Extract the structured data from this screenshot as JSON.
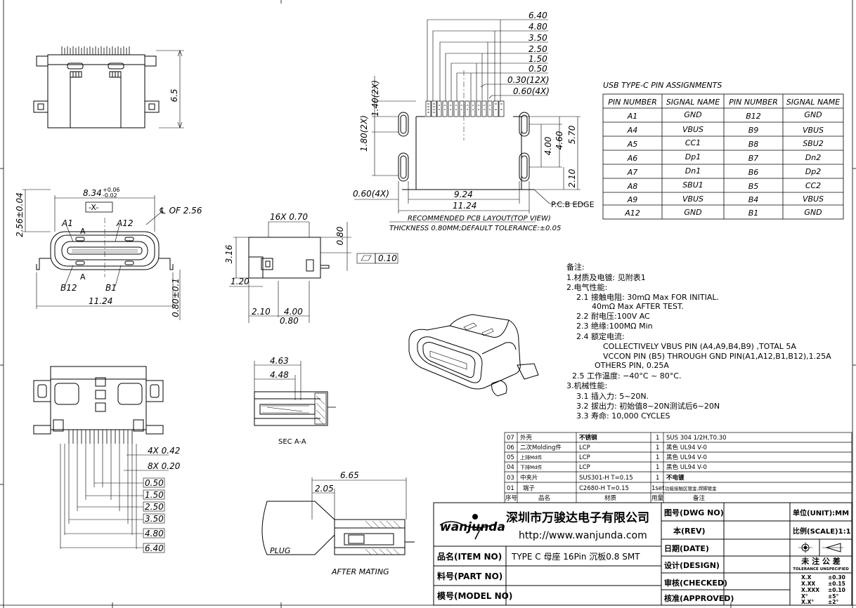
{
  "top_view": {
    "dim_height": "6.5"
  },
  "front_view": {
    "width_dim": "8.34",
    "width_tol_plus": "+0.06",
    "width_tol_minus": "-0.02",
    "datum": "-X-",
    "centerline_label": "℄ OF 2.56",
    "height_dim": "2.56±0.04",
    "a1": "A1",
    "a12": "A12",
    "a": "A",
    "b12": "B12",
    "b1": "B1",
    "overall_width": "11.24",
    "bottom_dim": "0.80±0.1"
  },
  "pcb_layout": {
    "top_dims": [
      "6.40",
      "4.80",
      "3.50",
      "2.50",
      "1.50",
      "0.50",
      "0.30(12X)",
      "0.60(4X)"
    ],
    "left_dims": [
      "1.40(2X)",
      "1.80(2X)",
      "0.60(4X)"
    ],
    "right_dims": [
      "4.00",
      "4.60",
      "5.70",
      "2.10"
    ],
    "bottom_dims": [
      "9.24",
      "11.24"
    ],
    "pcb_edge": "P.C.B EDGE",
    "caption1": "RECOMMENDED PCB LAYOUT(TOP VIEW)",
    "caption2": "THICKNESS 0.80MM;DEFAULT TOLERANCE:±0.05"
  },
  "side_view": {
    "dims": [
      "16X 0.70",
      "0.80",
      "3.16",
      "1.20",
      "2.10",
      "4.00",
      "0.80"
    ],
    "flatness": "0.10"
  },
  "section": {
    "dims": [
      "4.63",
      "4.48"
    ],
    "label": "SEC A-A"
  },
  "bottom_view": {
    "dims": [
      "4X 0.42",
      "8X 0.20",
      "0.50",
      "1.50",
      "2.50",
      "3.50",
      "4.80",
      "6.40"
    ]
  },
  "mating": {
    "dims": [
      "6.65",
      "2.05"
    ],
    "plug": "PLUG",
    "after": "AFTER MATING"
  },
  "pin_table": {
    "title": "USB TYPE-C PIN ASSIGNMENTS",
    "headers": [
      "PIN NUMBER",
      "SIGNAL NAME",
      "PIN NUMBER",
      "SIGNAL NAME"
    ],
    "rows": [
      [
        "A1",
        "GND",
        "B12",
        "GND"
      ],
      [
        "A4",
        "VBUS",
        "B9",
        "VBUS"
      ],
      [
        "A5",
        "CC1",
        "B8",
        "SBU2"
      ],
      [
        "A6",
        "Dp1",
        "B7",
        "Dn2"
      ],
      [
        "A7",
        "Dn1",
        "B6",
        "Dp2"
      ],
      [
        "A8",
        "SBU1",
        "B5",
        "CC2"
      ],
      [
        "A9",
        "VBUS",
        "B4",
        "VBUS"
      ],
      [
        "A12",
        "GND",
        "B1",
        "GND"
      ]
    ]
  },
  "notes": [
    "备注:",
    "1.材质及电镀:   见附表1",
    "2.电气性能:",
    "2.1  接触电阻:  30mΩ  Max  FOR  INITIAL.",
    "40mΩ  Max  AFTER  TEST.",
    "2.2  耐电压:100V  AC",
    "2.3  绝缘:100MΩ  Min",
    "2.4   额定电流:",
    "COLLECTIVELY  VBUS  PIN  (A4,A9,B4,B9)  ,TOTAL  5A",
    "VCCON  PIN  (B5)  THROUGH  GND  PIN(A1,A12,B1,B12),1.25A",
    "OTHERS  PIN,  0.25A",
    "2.5  工作温度:  −40°C  ~  80°C.",
    "3.机械性能:",
    "3.1   插入力:  5~20N.",
    "3.2  拔出力:  初始值8~20N测试后6~20N",
    "3.3  寿命:  10,000  CYCLES"
  ],
  "bom": {
    "rows": [
      [
        "07",
        "外壳",
        "不锈钢",
        "1",
        "SUS 304 1/2H,T0.30"
      ],
      [
        "06",
        "二次Molding件",
        "LCP",
        "1",
        "黑色 UL94 V-0"
      ],
      [
        "05",
        "上排Md件",
        "LCP",
        "1",
        "黑色 UL94 V-0"
      ],
      [
        "04",
        "下排Md件",
        "LCP",
        "1",
        "黑色 UL94 V-0"
      ],
      [
        "03",
        "中夹片",
        "SUS301-H T=0.15",
        "1",
        "不电镀"
      ],
      [
        "01",
        "端子",
        "C2680-H T=0.15",
        "1set",
        "功能接触区镀金,焊脚镀金"
      ]
    ],
    "headers": [
      "序号",
      "品名",
      "材质",
      "用量",
      "备注"
    ]
  },
  "title_block": {
    "logo": "wanjunda",
    "company": "深圳市万骏达电子有限公司",
    "url": "http://www.wanjunda.com",
    "item_label": "品名(ITEM NO)",
    "item_value": "TYPE C 母座 16Pin 沉板0.8  SMT",
    "part_label": "料号(PART NO)",
    "model_label": "模号(MODEL NO)",
    "dwg_label": "图号(DWG NO)",
    "rev_label": "本(REV)",
    "date_label": "日期(DATE)",
    "design_label": "设计(DESIGN)",
    "checked_label": "审核(CHECKED)",
    "approved_label": "核准(APPROVED)",
    "unit_label": "单位(UNIT):MM",
    "scale_label": "比例(SCALE)1:1",
    "tol_title": "未 注 公 差",
    "tol_sub": "TOLERANCE UNSPECIFIED",
    "tolerances": [
      [
        "X.X",
        "±0.30"
      ],
      [
        "X.XX",
        "±0.15"
      ],
      [
        "X.XXX",
        "±0.10"
      ],
      [
        "X°",
        "±5°"
      ],
      [
        "X.X°",
        "±2°"
      ]
    ]
  }
}
